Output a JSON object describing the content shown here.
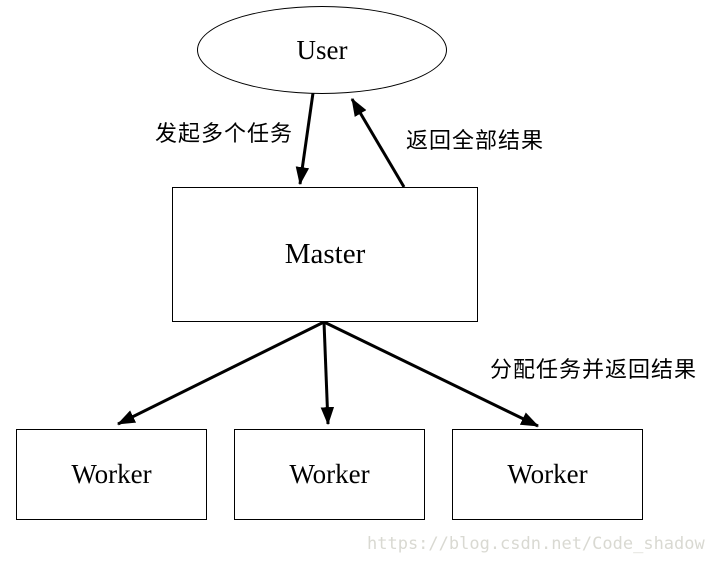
{
  "diagram": {
    "nodes": {
      "user": {
        "label": "User"
      },
      "master": {
        "label": "Master"
      },
      "worker1": {
        "label": "Worker"
      },
      "worker2": {
        "label": "Worker"
      },
      "worker3": {
        "label": "Worker"
      }
    },
    "edge_labels": {
      "initiate": "发起多个任务",
      "return_all": "返回全部结果",
      "distribute": "分配任务并返回结果"
    },
    "colors": {
      "stroke": "#000000",
      "background": "#ffffff",
      "watermark_text": "#d9d9d2"
    },
    "watermark": "https://blog.csdn.net/Code_shadow"
  }
}
